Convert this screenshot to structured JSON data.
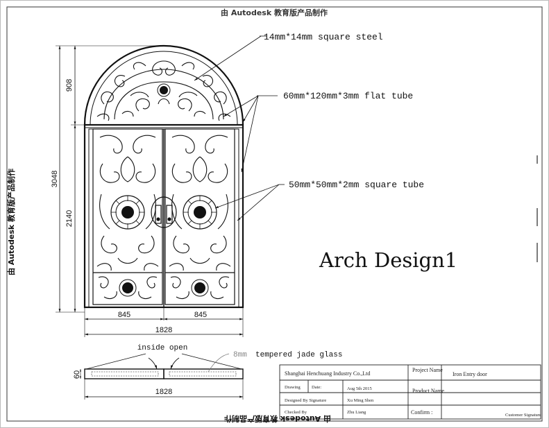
{
  "title": "Arch Design1",
  "callouts": {
    "square_steel": "14mm*14mm square steel",
    "flat_tube": "60mm*120mm*3mm flat tube",
    "square_tube": "50mm*50mm*2mm square tube",
    "glass": "tempered jade glass",
    "glass_thickness": "8mm",
    "open_direction": "inside open"
  },
  "dimensions": {
    "arch_height": "908",
    "total_height": "3048",
    "door_height": "2140",
    "leaf_left": "845",
    "leaf_right": "845",
    "total_width": "1828",
    "plan_width": "1828",
    "plan_depth": "60"
  },
  "watermarks": {
    "top": "由 Autodesk 教育版产品制作",
    "left": "由 Autodesk 教育版产品制作",
    "bottom": "由 Autodesk 教育版产品制作"
  },
  "title_block": {
    "company": "Shanghai Henchuang Industry Co.,Ltd",
    "project_label": "Project Name",
    "project_value": "Iron Entry door",
    "drawing_label": "Drawing",
    "date_label": "Date:",
    "date_value": "Aug 5th 2015",
    "product_label": "Product Name",
    "designed_label": "Designed  By Signature",
    "designer": "Xu Ming Shen",
    "checked_label": "Checked By",
    "checker": "Zhu Liang",
    "confirm_label": "Confirm :",
    "customer_label": "Customer Signature"
  }
}
